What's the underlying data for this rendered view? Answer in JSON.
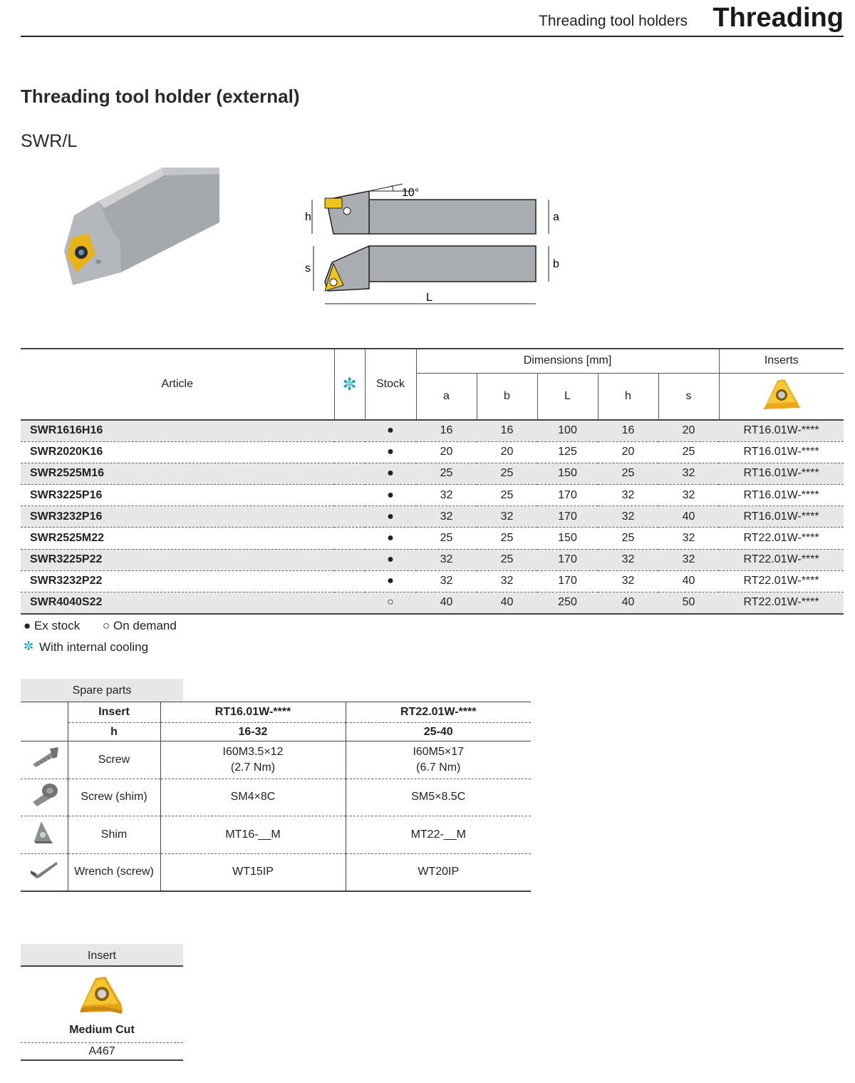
{
  "header": {
    "subtitle": "Threading tool holders",
    "title": "Threading"
  },
  "page_title": "Threading tool holder (external)",
  "model": "SWR/L",
  "drawing": {
    "angle_label": "10°",
    "dim_h": "h",
    "dim_a": "a",
    "dim_s": "s",
    "dim_b": "b",
    "dim_L": "L"
  },
  "table": {
    "col_article": "Article",
    "col_cooling_symbol": "✼",
    "col_stock": "Stock",
    "col_dimensions": "Dimensions [mm]",
    "col_inserts": "Inserts",
    "dim_cols": [
      "a",
      "b",
      "L",
      "h",
      "s"
    ],
    "rows": [
      {
        "article": "SWR1616H16",
        "stock": "●",
        "a": "16",
        "b": "16",
        "L": "100",
        "h": "16",
        "s": "20",
        "insert": "RT16.01W-****"
      },
      {
        "article": "SWR2020K16",
        "stock": "●",
        "a": "20",
        "b": "20",
        "L": "125",
        "h": "20",
        "s": "25",
        "insert": "RT16.01W-****"
      },
      {
        "article": "SWR2525M16",
        "stock": "●",
        "a": "25",
        "b": "25",
        "L": "150",
        "h": "25",
        "s": "32",
        "insert": "RT16.01W-****"
      },
      {
        "article": "SWR3225P16",
        "stock": "●",
        "a": "32",
        "b": "25",
        "L": "170",
        "h": "32",
        "s": "32",
        "insert": "RT16.01W-****"
      },
      {
        "article": "SWR3232P16",
        "stock": "●",
        "a": "32",
        "b": "32",
        "L": "170",
        "h": "32",
        "s": "40",
        "insert": "RT16.01W-****"
      },
      {
        "article": "SWR2525M22",
        "stock": "●",
        "a": "25",
        "b": "25",
        "L": "150",
        "h": "25",
        "s": "32",
        "insert": "RT22.01W-****"
      },
      {
        "article": "SWR3225P22",
        "stock": "●",
        "a": "32",
        "b": "25",
        "L": "170",
        "h": "32",
        "s": "32",
        "insert": "RT22.01W-****"
      },
      {
        "article": "SWR3232P22",
        "stock": "●",
        "a": "32",
        "b": "32",
        "L": "170",
        "h": "32",
        "s": "40",
        "insert": "RT22.01W-****"
      },
      {
        "article": "SWR4040S22",
        "stock": "○",
        "a": "40",
        "b": "40",
        "L": "250",
        "h": "40",
        "s": "50",
        "insert": "RT22.01W-****"
      }
    ]
  },
  "legend": {
    "ex_stock": "● Ex stock",
    "on_demand": "○ On demand",
    "cooling_symbol": "✼",
    "cooling_text": "With internal cooling"
  },
  "spare_parts": {
    "label": "Spare parts",
    "insert_label": "Insert",
    "h_label": "h",
    "inserts": [
      "RT16.01W-****",
      "RT22.01W-****"
    ],
    "h_ranges": [
      "16-32",
      "25-40"
    ],
    "rows": [
      {
        "icon": "screw-icon",
        "name": "Screw",
        "v1_line1": "I60M3.5×12",
        "v1_line2": "(2.7 Nm)",
        "v2_line1": "I60M5×17",
        "v2_line2": "(6.7 Nm)"
      },
      {
        "icon": "shim-screw-icon",
        "name": "Screw (shim)",
        "v1_line1": "SM4×8C",
        "v1_line2": "",
        "v2_line1": "SM5×8.5C",
        "v2_line2": ""
      },
      {
        "icon": "shim-icon",
        "name": "Shim",
        "v1_line1": "MT16-__M",
        "v1_line2": "",
        "v2_line1": "MT22-__M",
        "v2_line2": ""
      },
      {
        "icon": "wrench-icon",
        "name": "Wrench (screw)",
        "v1_line1": "WT15IP",
        "v1_line2": "",
        "v2_line1": "WT20IP",
        "v2_line2": ""
      }
    ]
  },
  "insert_box": {
    "label": "Insert",
    "name": "Medium Cut",
    "code": "A467"
  },
  "colors": {
    "accent_cooling": "#1aa8b8",
    "row_shade": "#e6e7e9",
    "insert_gold": "#f0b418",
    "holder_gray": "#a9acb0"
  }
}
